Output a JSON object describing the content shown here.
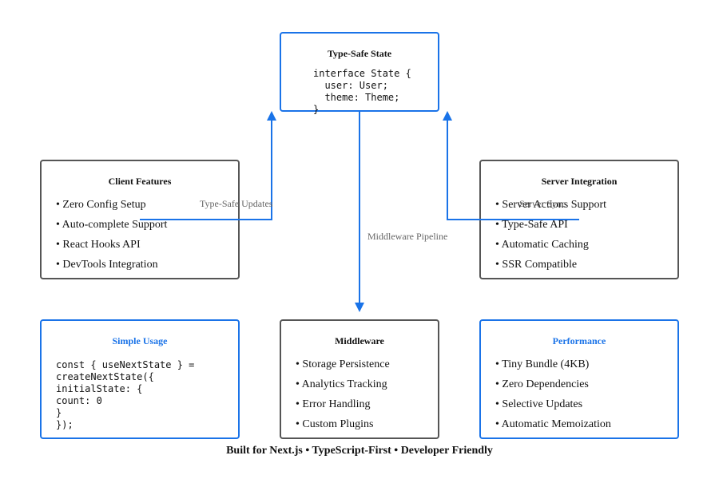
{
  "state_box": {
    "title": "Type-Safe State",
    "code": "interface State {\n  user: User;\n  theme: Theme;\n}"
  },
  "client_box": {
    "title": "Client Features",
    "items": [
      "Zero Config Setup",
      "Auto-complete Support",
      "React Hooks API",
      "DevTools Integration"
    ]
  },
  "server_box": {
    "title": "Server Integration",
    "items": [
      "Server Actions Support",
      "Type-Safe API",
      "Automatic Caching",
      "SSR Compatible"
    ]
  },
  "usage_box": {
    "title": "Simple Usage",
    "code": "const { useNextState } =\ncreateNextState({\ninitialState: {\ncount: 0\n}\n});"
  },
  "middleware_box": {
    "title": "Middleware",
    "items": [
      "Storage Persistence",
      "Analytics Tracking",
      "Error Handling",
      "Custom Plugins"
    ]
  },
  "performance_box": {
    "title": "Performance",
    "items": [
      "Tiny Bundle (4KB)",
      "Zero Dependencies",
      "Selective Updates",
      "Automatic Memoization"
    ]
  },
  "edge_labels": {
    "type_safe_updates": "Type-Safe Updates",
    "server_sync": "Server Sync",
    "middleware_pipeline": "Middleware Pipeline"
  },
  "footer": "Built for Next.js • TypeScript-First • Developer Friendly",
  "colors": {
    "accent": "#1a73e8",
    "border": "#555555",
    "edge_label": "#666666"
  }
}
